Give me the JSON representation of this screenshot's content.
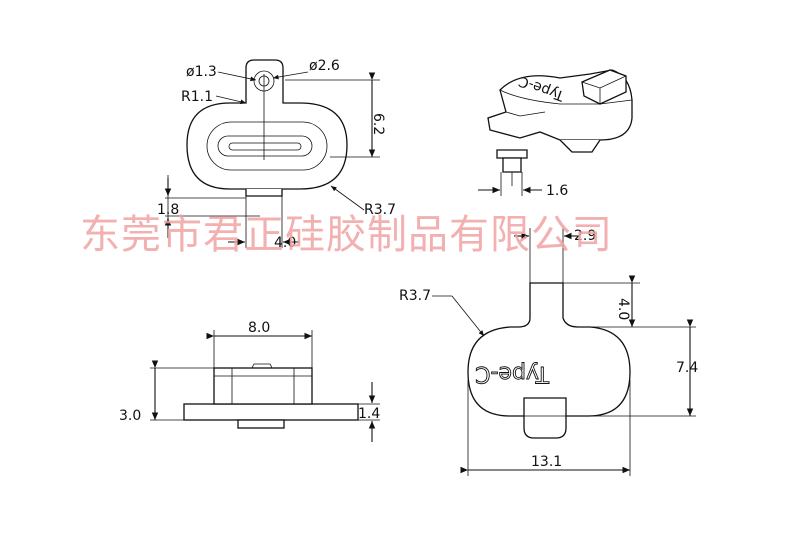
{
  "drawing": {
    "watermark": "东莞市君正硅胶制品有限公司",
    "embossed_text": "Type-C",
    "dimensions": {
      "hole_dia": "ø1.3",
      "tab_dia": "ø2.6",
      "tab_radius": "R1.1",
      "front_height": "6.2",
      "front_radius": "R3.7",
      "pin_offset": "1.8",
      "pin_width": "4.0",
      "iso_pin": "1.6",
      "top_tab_width": "2.9",
      "top_tab_length": "4.0",
      "top_radius": "R3.7",
      "top_height": "7.4",
      "top_width": "13.1",
      "side_width": "8.0",
      "side_height": "3.0",
      "side_flange": "1.4"
    }
  }
}
